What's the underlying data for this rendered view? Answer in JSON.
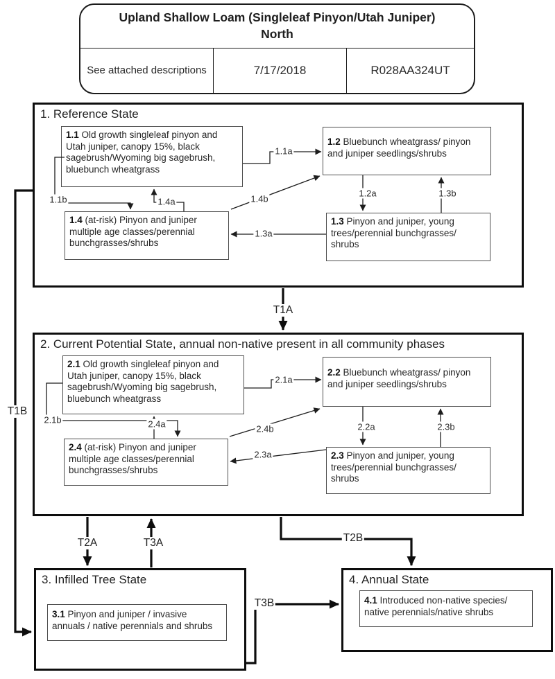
{
  "header": {
    "title_line1": "Upland Shallow Loam (Singleleaf Pinyon/Utah Juniper)",
    "title_line2": "North",
    "cell_left": "See attached descriptions",
    "cell_date": "7/17/2018",
    "cell_site_id": "R028AA324UT"
  },
  "states": {
    "s1": {
      "title": "1. Reference State",
      "boxes": {
        "b11": {
          "num": "1.1",
          "text": "Old growth singleleaf pinyon and Utah juniper, canopy 15%, black sagebrush/Wyoming big sagebrush, bluebunch wheatgrass"
        },
        "b12": {
          "num": "1.2",
          "text": "Bluebunch wheatgrass/ pinyon and juniper seedlings/shrubs"
        },
        "b14": {
          "num": "1.4",
          "text": "(at-risk) Pinyon and juniper multiple age classes/perennial bunchgrasses/shrubs"
        },
        "b13": {
          "num": "1.3",
          "text": "Pinyon and juniper, young trees/perennial bunchgrasses/ shrubs"
        }
      }
    },
    "s2": {
      "title": "2. Current Potential State, annual non-native present in all community phases",
      "boxes": {
        "b21": {
          "num": "2.1",
          "text": "Old growth singleleaf pinyon and Utah juniper, canopy 15%, black sagebrush/Wyoming big sagebrush, bluebunch wheatgrass"
        },
        "b22": {
          "num": "2.2",
          "text": "Bluebunch wheatgrass/ pinyon and juniper seedlings/shrubs"
        },
        "b24": {
          "num": "2.4",
          "text": "(at-risk) Pinyon and juniper multiple age classes/perennial bunchgrasses/shrubs"
        },
        "b23": {
          "num": "2.3",
          "text": "Pinyon and juniper, young trees/perennial bunchgrasses/ shrubs"
        }
      }
    },
    "s3": {
      "title": "3. Infilled Tree State",
      "boxes": {
        "b31": {
          "num": "3.1",
          "text": "Pinyon and  juniper / invasive annuals / native perennials and shrubs"
        }
      }
    },
    "s4": {
      "title": "4. Annual State",
      "boxes": {
        "b41": {
          "num": "4.1",
          "text": "Introduced non-native species/ native perennials/native shrubs"
        }
      }
    }
  },
  "arrows": {
    "phase": {
      "a11a": "1.1a",
      "a11b": "1.1b",
      "a14a": "1.4a",
      "a14b": "1.4b",
      "a12a": "1.2a",
      "a13a": "1.3a",
      "a13b": "1.3b",
      "a21a": "2.1a",
      "a21b": "2.1b",
      "a24a": "2.4a",
      "a24b": "2.4b",
      "a22a": "2.2a",
      "a23a": "2.3a",
      "a23b": "2.3b"
    },
    "transition": {
      "t1a": "T1A",
      "t1b": "T1B",
      "t2a": "T2A",
      "t3a": "T3A",
      "t2b": "T2B",
      "t3b": "T3B"
    }
  }
}
